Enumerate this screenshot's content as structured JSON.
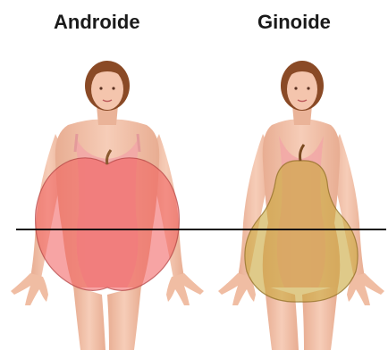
{
  "labels": {
    "left": "Androide",
    "right": "Ginoide"
  },
  "figures": [
    {
      "shape": "apple",
      "overlay_color": "#f05a5a"
    },
    {
      "shape": "pear",
      "overlay_color": "#c9a63a"
    }
  ],
  "colors": {
    "skin": "#f2c2ab",
    "skin_shadow": "#e2a58a",
    "hair": "#8a4a26",
    "swimsuit": "#f2a7a7",
    "waist_line": "#111111"
  }
}
